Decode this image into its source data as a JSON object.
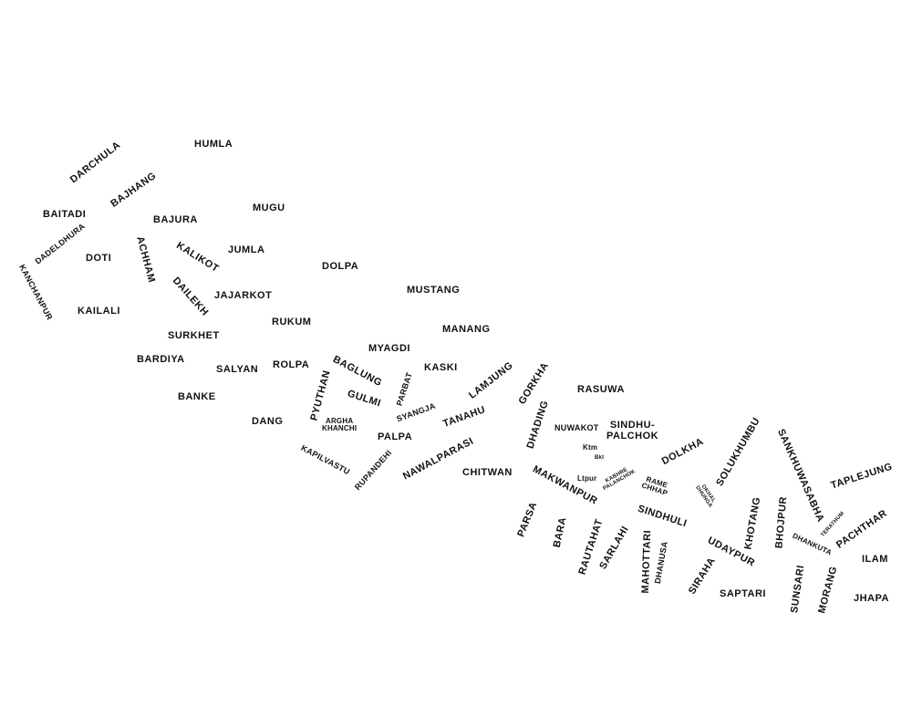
{
  "districts": {
    "darchula": "DARCHULA",
    "humla": "HUMLA",
    "bajhang": "BAJHANG",
    "baitadi": "BAITADI",
    "bajura": "BAJURA",
    "mugu": "MUGU",
    "dadeldhura": "DADELDHURA",
    "doti": "DOTI",
    "achham": "ACHHAM",
    "kalikot": "KALIKOT",
    "jumla": "JUMLA",
    "dolpa": "DOLPA",
    "kanchanpur": "KANCHANPUR",
    "kailali": "KAILALI",
    "dailekh": "DAILEKH",
    "jajarkot": "JAJARKOT",
    "mustang": "MUSTANG",
    "rukum": "RUKUM",
    "surkhet": "SURKHET",
    "manang": "MANANG",
    "myagdi": "MYAGDI",
    "bardiya": "BARDIYA",
    "salyan": "SALYAN",
    "rolpa": "ROLPA",
    "baglung": "BAGLUNG",
    "kaski": "KASKI",
    "parbat": "PARBAT",
    "lamjung": "LAMJUNG",
    "gorkha": "GORKHA",
    "rasuwa": "RASUWA",
    "banke": "BANKE",
    "pyuthan": "PYUTHAN",
    "gulmi": "GULMI",
    "syangja": "SYANGJA",
    "tanahu": "TANAHU",
    "dang": "DANG",
    "argha_khanchi_1": "ARGHA",
    "argha_khanchi_2": "KHANCHI",
    "palpa": "PALPA",
    "dhading": "DHADING",
    "nuwakot": "NUWAKOT",
    "sindhupalchok_1": "SINDHU-",
    "sindhupalchok_2": "PALCHOK",
    "kapilvastu": "KAPILVASTU",
    "rupandehi": "RUPANDEHI",
    "nawalparasi": "NAWALPARASI",
    "ktm": "Ktm",
    "bkt": "Bkt",
    "dolkha": "DOLKHA",
    "solukhumbu": "SOLUKHUMBU",
    "sankhuwasabha": "SANKHUWASABHA",
    "chitwan": "CHITWAN",
    "makwanpur": "MAKWANPUR",
    "ltpur": "Ltpur",
    "kabhre_palanchok_1": "KABHRE",
    "kabhre_palanchok_2": "PALANCHOK",
    "ramechhap_1": "RAME",
    "ramechhap_2": "CHHAP",
    "okhaldhunga_1": "OKHAL",
    "okhaldhunga_2": "DHUNGA",
    "taplejung": "TAPLEJUNG",
    "khotang": "KHOTANG",
    "bhojpur": "BHOJPUR",
    "terathum": "TERATHUM",
    "parsa": "PARSA",
    "sindhuli": "SINDHULI",
    "pachthar": "PACHTHAR",
    "dhankuta": "DHANKUTA",
    "bara": "BARA",
    "rautahat": "RAUTAHAT",
    "sarlahi": "SARLAHI",
    "mahottari": "MAHOTTARI",
    "udaypur": "UDAYPUR",
    "dhanusa": "DHANUSA",
    "ilam": "ILAM",
    "siraha": "SIRAHA",
    "saptari": "SAPTARI",
    "sunsari": "SUNSARI",
    "morang": "MORANG",
    "jhapa": "JHAPA"
  }
}
